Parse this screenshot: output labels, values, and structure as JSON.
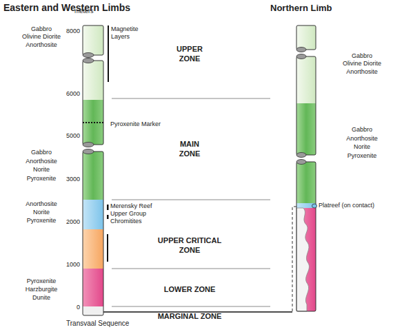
{
  "diagram": {
    "labels": [
      "Eastern and Western Limbs",
      "Northern Limb",
      "meters",
      "8000",
      "Gabbro Olivine Diorite Anorthosite",
      "Magnetite Layers",
      "UPPER ZONE",
      "Gabbro Olivine Diorite Anorthosite",
      "6000",
      "5000",
      "Pyroxenite Marker",
      "MAIN ZONE",
      "Gabbro Anorthosite Norite Pyroxenite",
      "Gabbro Anorthosite Norite Pyroxenite",
      "3000",
      "2000",
      "Anorthosite Norite Pyroxenite",
      "Merensky Reef Upper Group Chromitites",
      "UPPER CRITICAL ZONE",
      "Platreef (on contact)",
      "1000",
      "Pyroxenite Harzburgite Dunite",
      "LOWER ZONE",
      "0",
      "Transvaal Sequence",
      "MARGINAL ZONE"
    ]
  }
}
